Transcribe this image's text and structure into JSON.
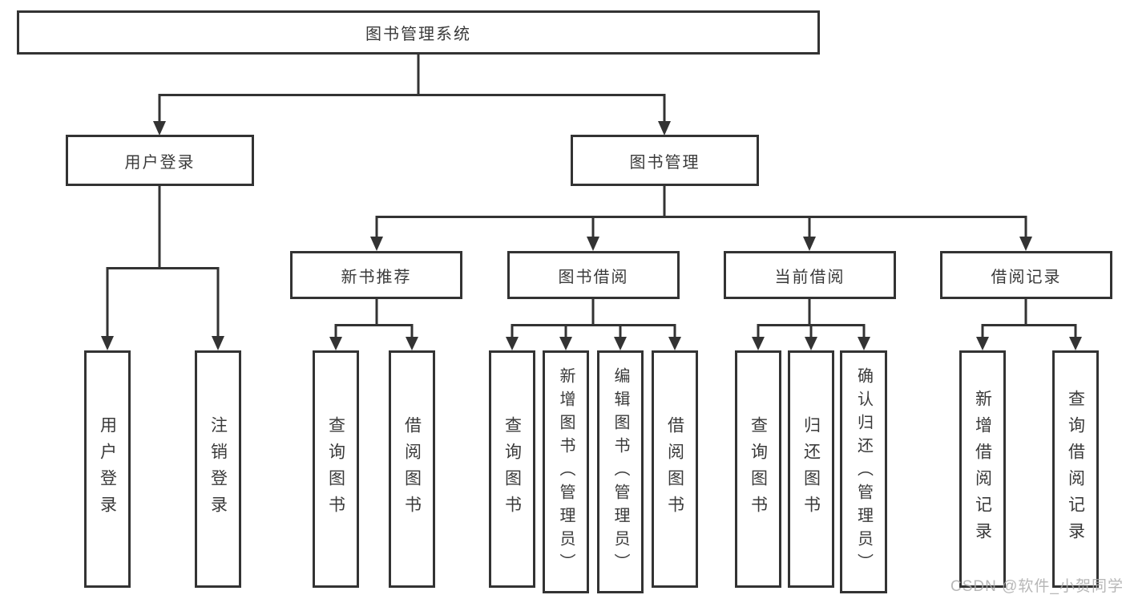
{
  "diagram": {
    "root": {
      "label": "图书管理系统"
    },
    "branches": [
      {
        "label": "用户登录"
      },
      {
        "label": "图书管理"
      }
    ],
    "modules": [
      {
        "label": "新书推荐"
      },
      {
        "label": "图书借阅"
      },
      {
        "label": "当前借阅"
      },
      {
        "label": "借阅记录"
      }
    ],
    "leaves": [
      {
        "label": "用户登录",
        "parent": "用户登录"
      },
      {
        "label": "注销登录",
        "parent": "用户登录"
      },
      {
        "label": "查询图书",
        "parent": "新书推荐"
      },
      {
        "label": "借阅图书",
        "parent": "新书推荐"
      },
      {
        "label": "查询图书",
        "parent": "图书借阅"
      },
      {
        "label": "新增图书（管理员）",
        "parent": "图书借阅"
      },
      {
        "label": "编辑图书（管理员）",
        "parent": "图书借阅"
      },
      {
        "label": "借阅图书",
        "parent": "图书借阅"
      },
      {
        "label": "查询图书",
        "parent": "当前借阅"
      },
      {
        "label": "归还图书",
        "parent": "当前借阅"
      },
      {
        "label": "确认归还（管理员）",
        "parent": "当前借阅"
      },
      {
        "label": "新增借阅记录",
        "parent": "借阅记录"
      },
      {
        "label": "查询借阅记录",
        "parent": "借阅记录"
      }
    ],
    "colors": {
      "line": "#333333",
      "box_border": "#333333",
      "box_fill": "#ffffff",
      "text": "#3a3a3a",
      "watermark": "#ababab"
    },
    "watermark": "CSDN @软件_小贺同学"
  }
}
